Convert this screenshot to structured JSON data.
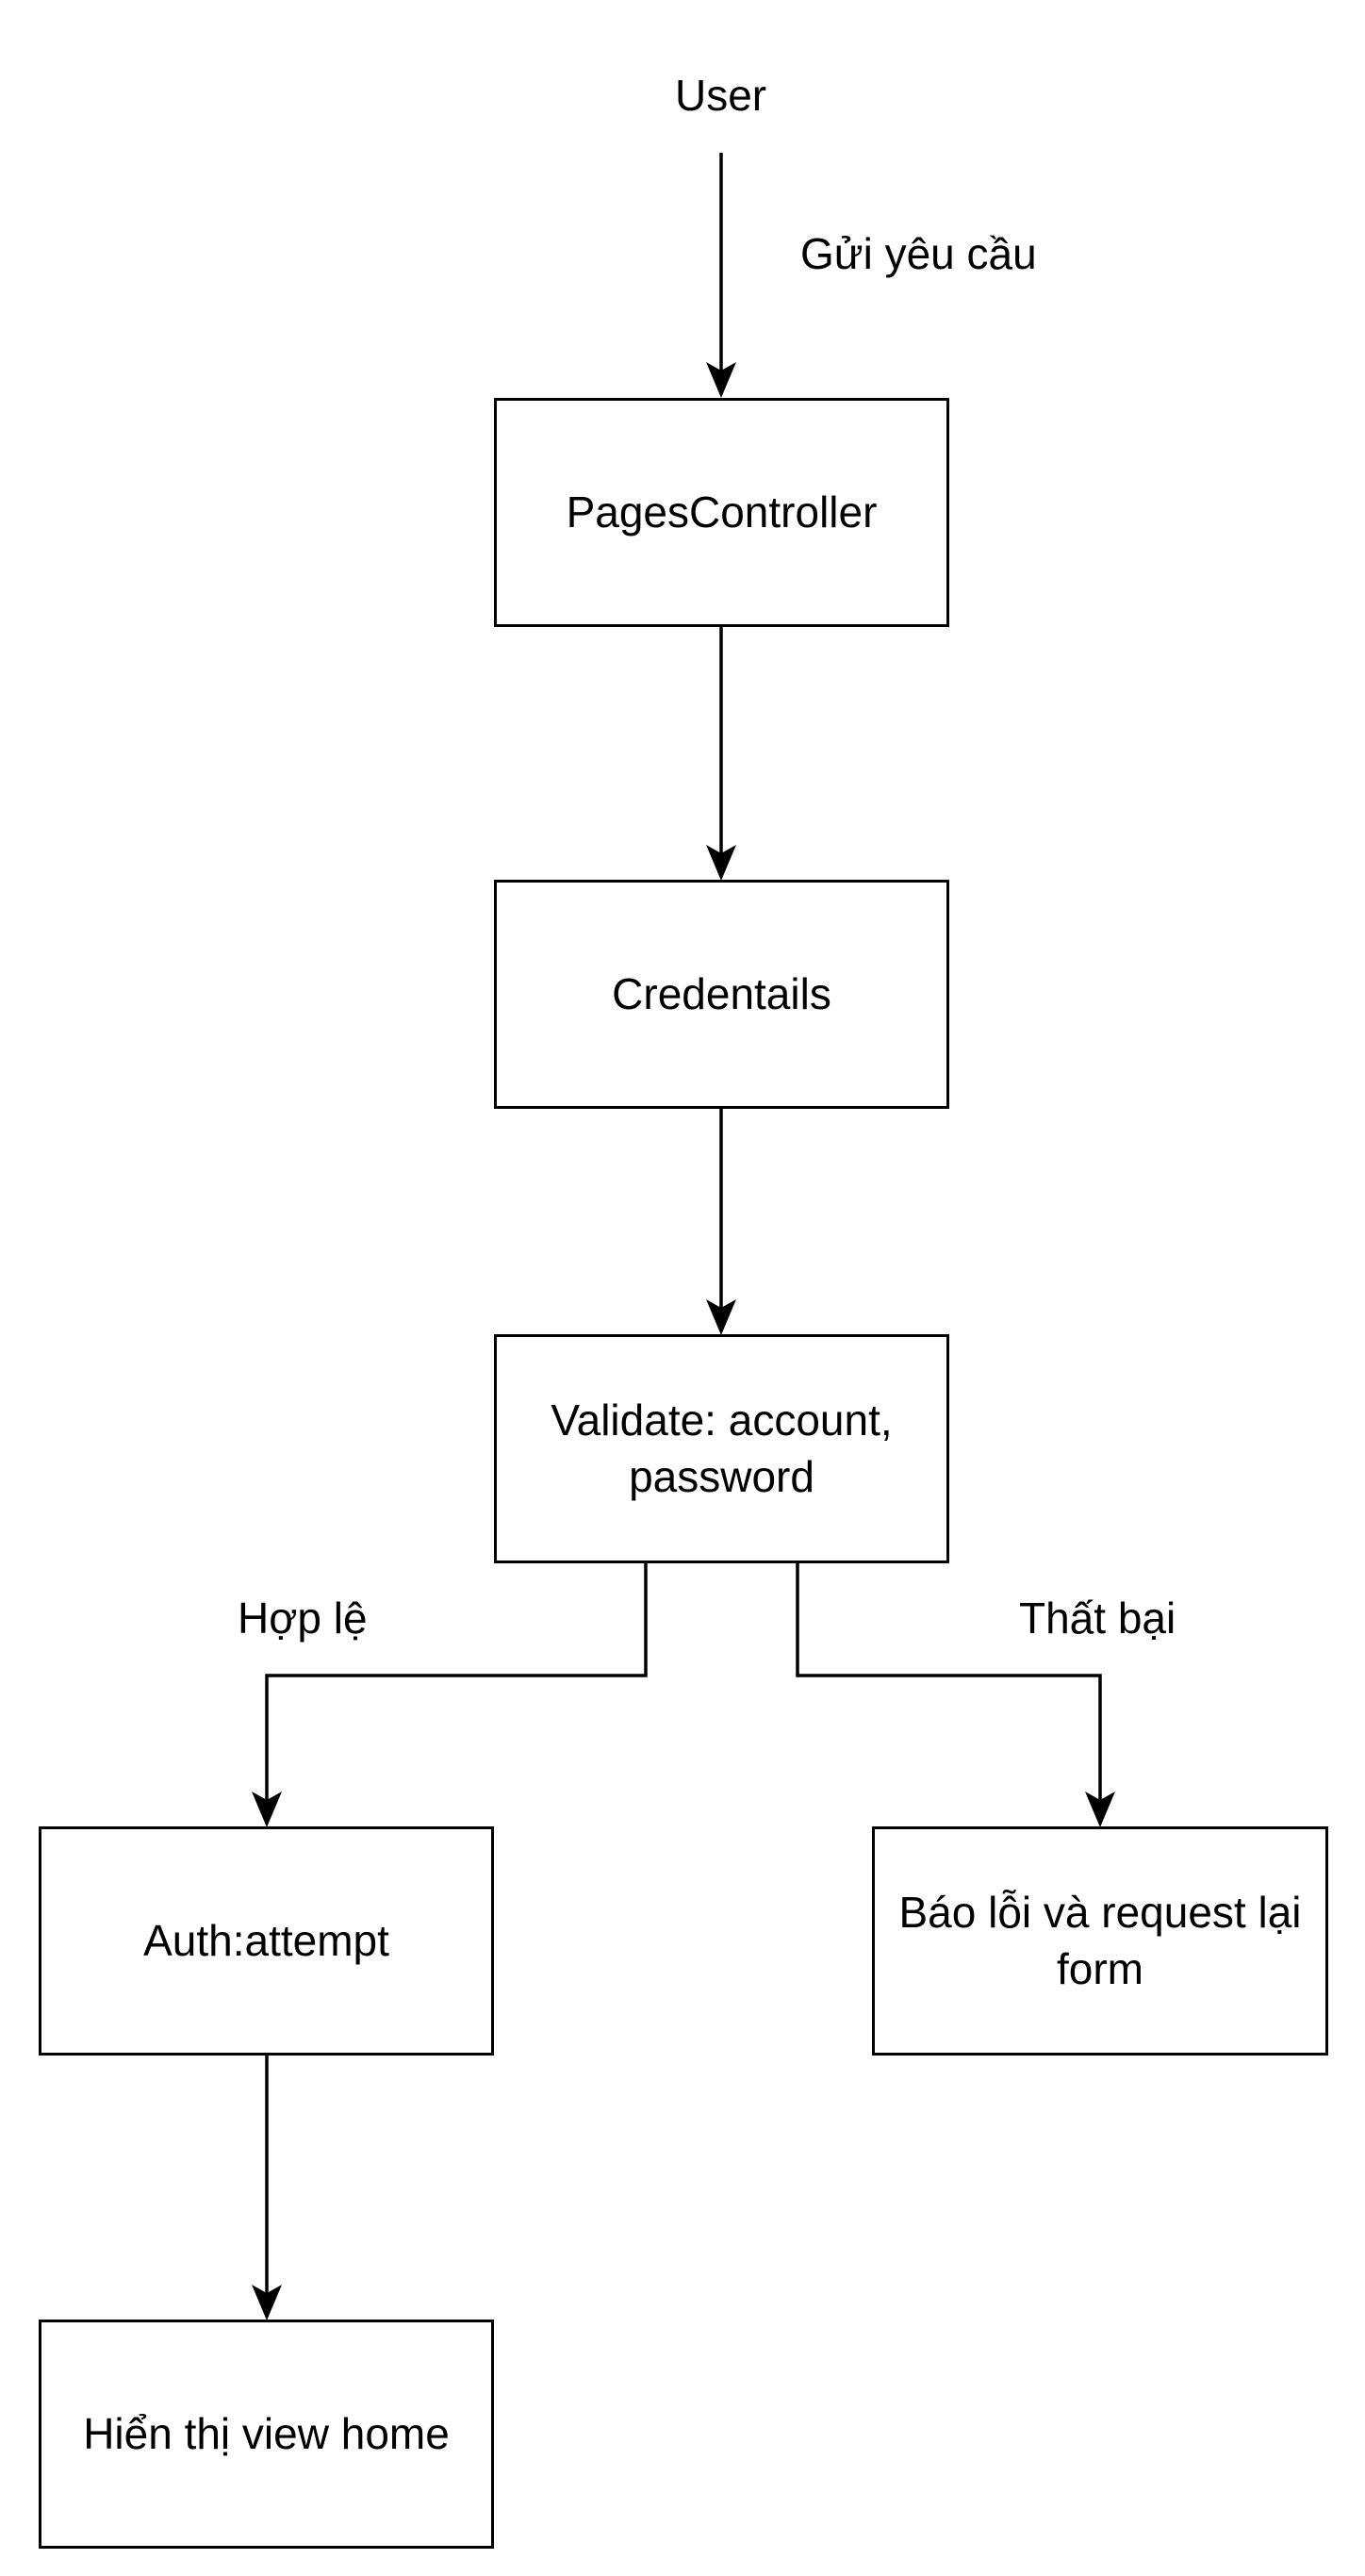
{
  "diagram": {
    "stroke_color": "#000000",
    "background_color": "#ffffff",
    "nodes": {
      "user": "User",
      "pages_controller": "PagesController",
      "credentials": "Credentails",
      "validate": "Validate: account, password",
      "auth_attempt": "Auth:attempt",
      "error": "Báo lỗi và request lại form",
      "home": "Hiển thị view home"
    },
    "edges": {
      "send_request": "Gửi yêu cầu",
      "valid": "Hợp lệ",
      "failed": "Thất bại"
    }
  }
}
